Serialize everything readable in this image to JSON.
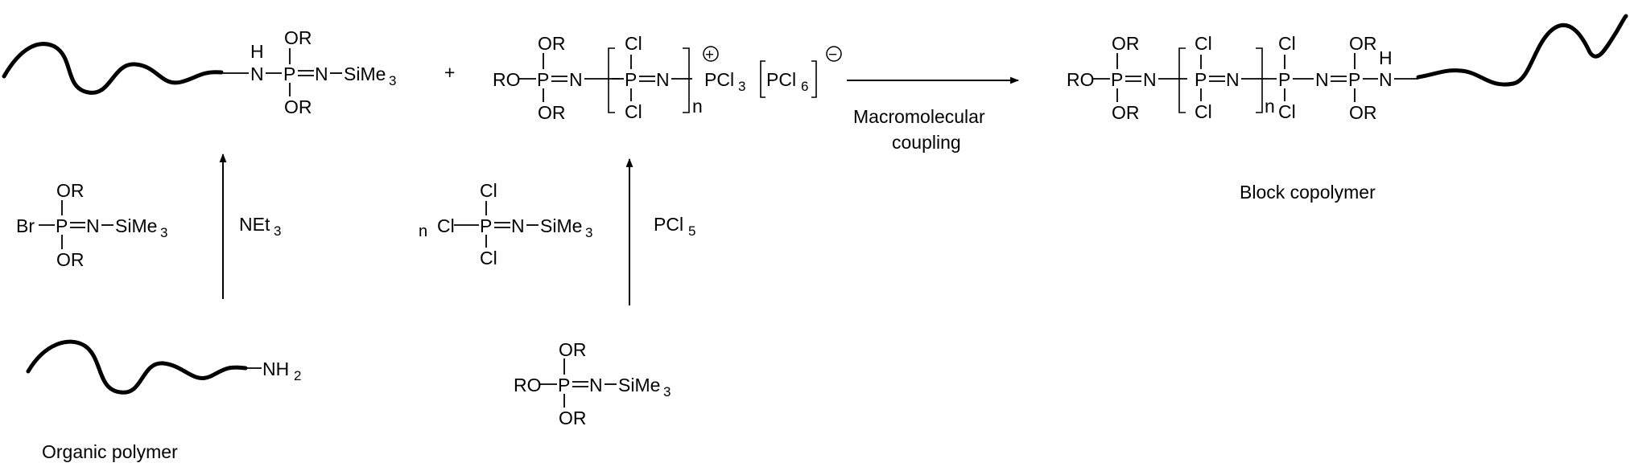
{
  "labels": {
    "plus": "+",
    "n_coeff": "n",
    "reagent_net3": "NEt",
    "reagent_net3_sub": "3",
    "reagent_pcl5": "PCl",
    "reagent_pcl5_sub": "5",
    "coupling_line1": "Macromolecular",
    "coupling_line2": "coupling",
    "product_caption": "Block copolymer",
    "organic_caption": "Organic polymer",
    "charge_plus": "+",
    "charge_minus": "−"
  },
  "atoms": {
    "H": "H",
    "N": "N",
    "P": "P",
    "OR": "OR",
    "RO": "RO",
    "Cl": "Cl",
    "SiMe": "SiMe",
    "sub3": "3",
    "sub2": "2",
    "sub6": "6",
    "n": "n",
    "PCl": "PCl",
    "Br": "Br",
    "NH": "NH"
  }
}
